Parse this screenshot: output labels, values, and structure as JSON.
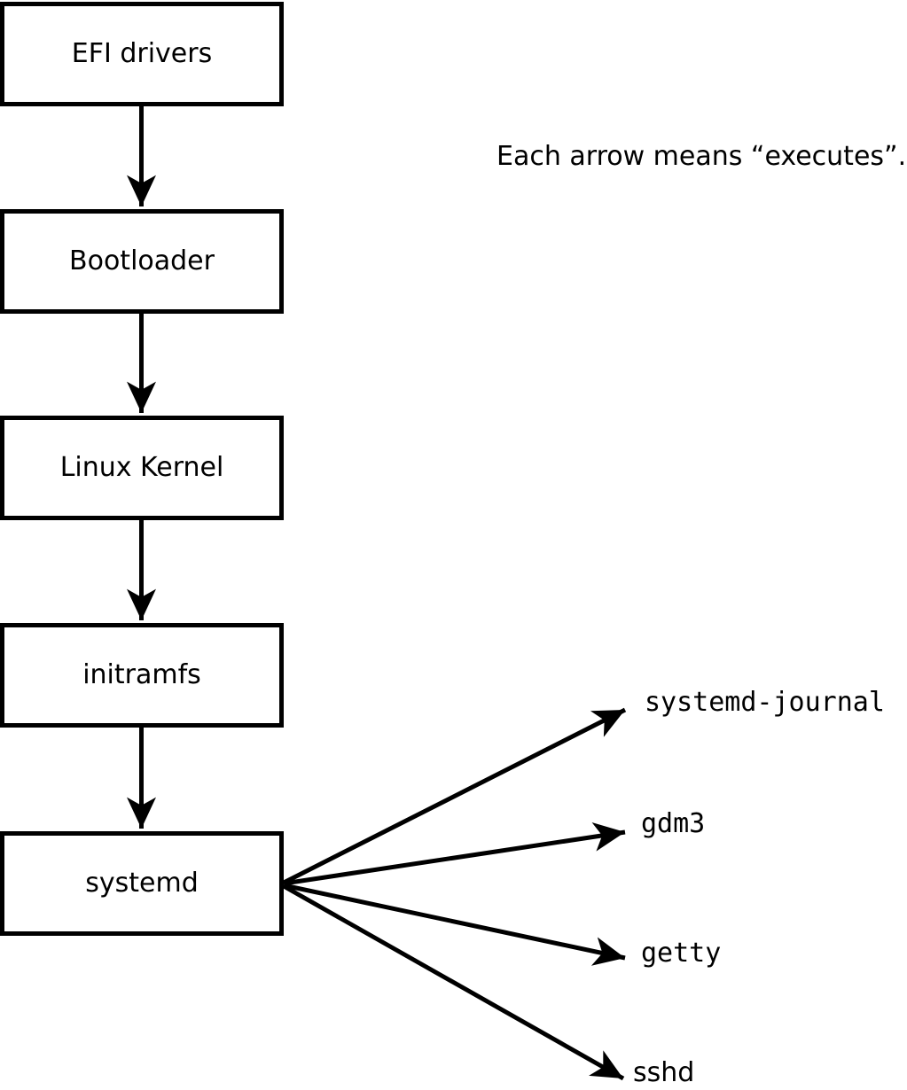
{
  "note": "Each arrow means “executes”.",
  "chain": [
    {
      "label": "EFI drivers"
    },
    {
      "label": "Bootloader"
    },
    {
      "label": "Linux Kernel"
    },
    {
      "label": "initramfs"
    },
    {
      "label": "systemd"
    }
  ],
  "services": [
    {
      "label": "systemd-journal"
    },
    {
      "label": "gdm3"
    },
    {
      "label": "getty"
    },
    {
      "label": "sshd"
    }
  ],
  "colors": {
    "foreground": "#000000",
    "background": "#ffffff",
    "box_fill": "#ffffff"
  }
}
